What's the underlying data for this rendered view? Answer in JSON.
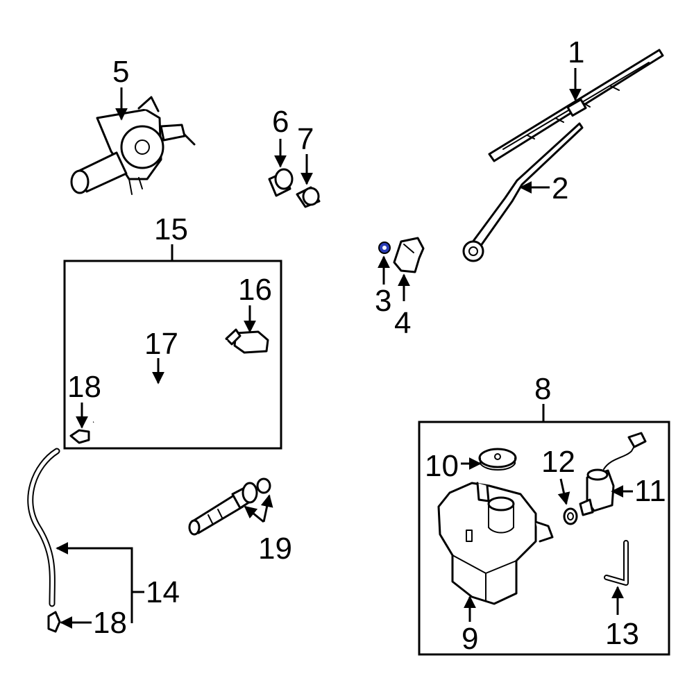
{
  "callouts": {
    "c1": "1",
    "c2": "2",
    "c3": "3",
    "c4": "4",
    "c5": "5",
    "c6": "6",
    "c7": "7",
    "c8": "8",
    "c9": "9",
    "c10": "10",
    "c11": "11",
    "c12": "12",
    "c13": "13",
    "c14": "14",
    "c15": "15",
    "c16": "16",
    "c17": "17",
    "c18a": "18",
    "c18b": "18",
    "c19": "19"
  },
  "colors": {
    "line": "#000000",
    "background": "#ffffff",
    "highlight": "#2a3cb4"
  }
}
